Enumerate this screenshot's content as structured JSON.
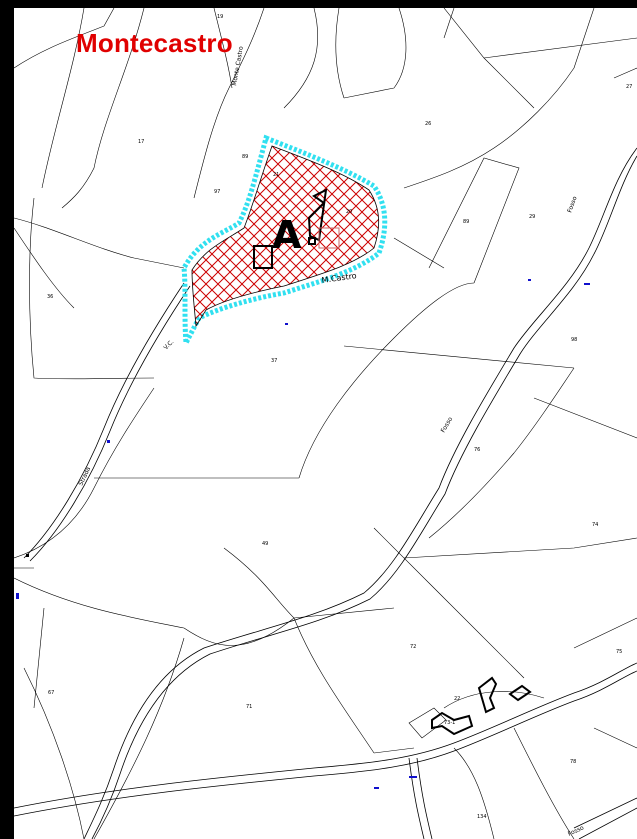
{
  "title": "Montecastro",
  "place_label": "M.Castro",
  "site_marker": "A",
  "roads": [
    "Monte Castro",
    "V.C.",
    "Strada",
    "Fosso",
    "Fosso",
    "Fosso"
  ],
  "parcels": [
    "19",
    "26",
    "17",
    "89",
    "29",
    "97",
    "89",
    "36",
    "37",
    "98",
    "27",
    "76",
    "74",
    "49",
    "72",
    "67",
    "71",
    "75",
    "78",
    "134",
    "73-1",
    "22",
    "21",
    "20"
  ],
  "colors": {
    "title": "#e00000",
    "hatch": "#cc0000",
    "buffer": "#31e0f0",
    "marker": "#1010cc",
    "lines": "#000000"
  }
}
